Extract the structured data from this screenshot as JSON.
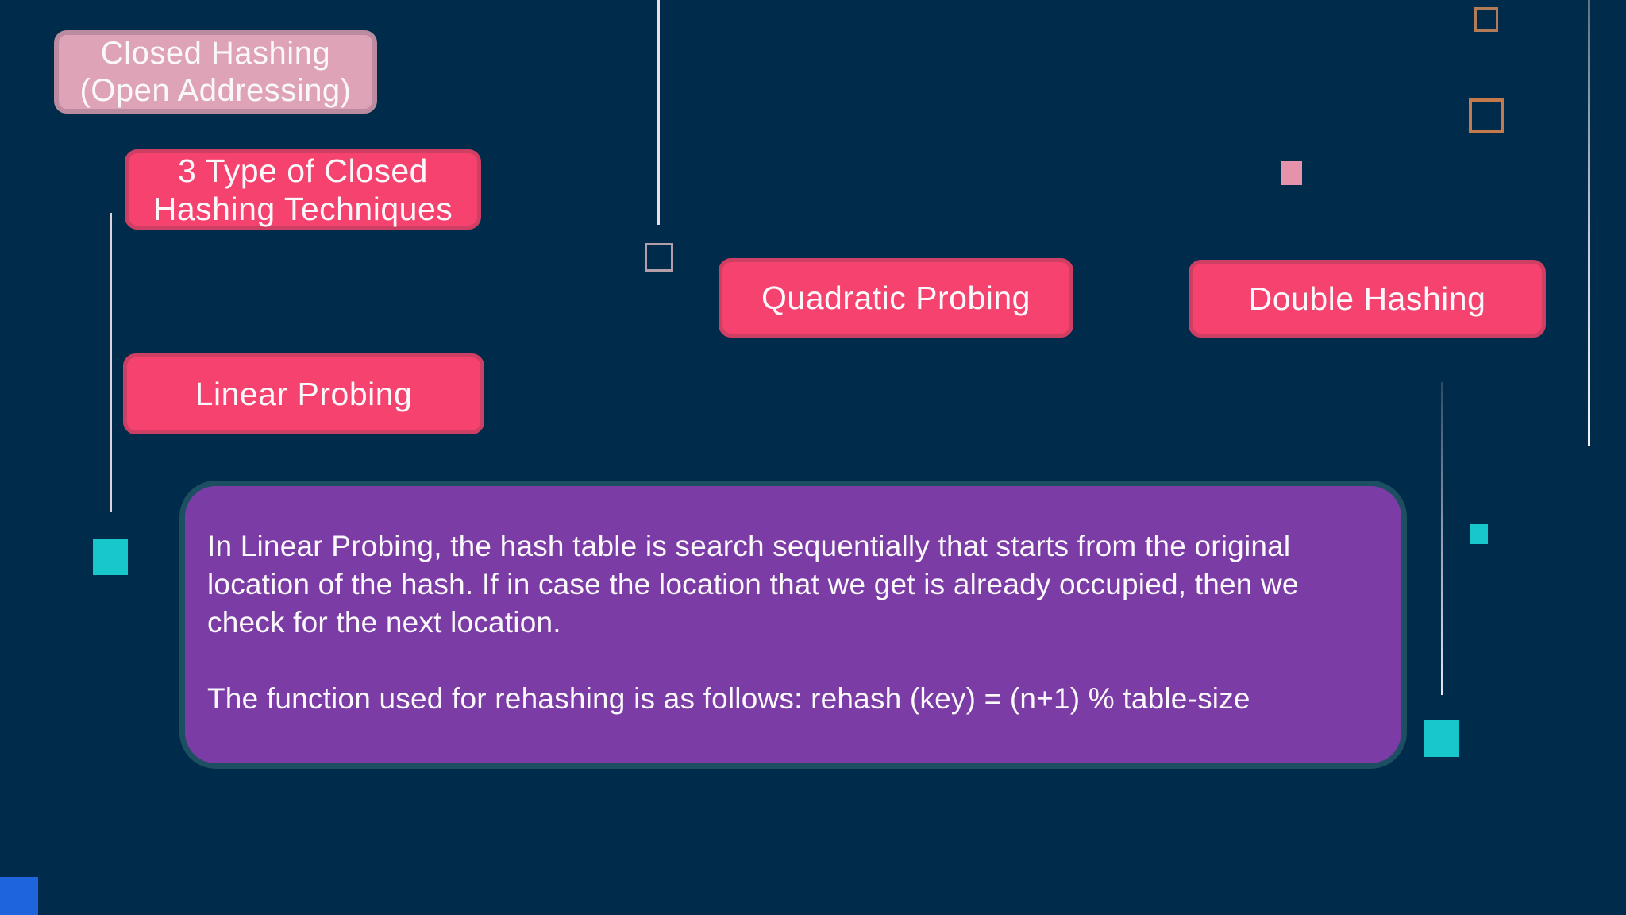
{
  "slide": {
    "topic": "Closed Hashing (Open Addressing)",
    "nodes": {
      "closed_hashing": {
        "label": "Closed Hashing\n(Open Addressing)",
        "fill": "#dfa3b7",
        "border": "#bb8ca0"
      },
      "three_types": {
        "label": "3 Type of Closed\nHashing Techniques",
        "fill": "#f5426e",
        "border": "#cf3e63"
      },
      "quadratic_probing": {
        "label": "Quadratic Probing",
        "fill": "#f5426e",
        "border": "#cf3e63"
      },
      "double_hashing": {
        "label": "Double Hashing",
        "fill": "#f5426e",
        "border": "#cf3e63"
      },
      "linear_probing": {
        "label": "Linear Probing",
        "fill": "#f5426e",
        "border": "#cf3e63"
      }
    },
    "description_panel": {
      "paragraph1": "In Linear Probing, the hash table is search sequentially that starts from the original location of the hash. If in case the location that we get is already occupied, then we check for the next location.",
      "paragraph2": "The function used for rehashing is as follows: rehash (key) = (n+1) % table-size",
      "fill": "#7b3da5",
      "border": "#1d4f63"
    },
    "decorations": {
      "background": "#002b4a",
      "text_color": "#faf8fa",
      "teal_square": "#17c7cb",
      "pink_square": "#e692ab",
      "orange_outline_square": "#c57a4b",
      "grey_outline_square": "#b29fa9",
      "blue_corner_square": "#1d64dd",
      "connector_line": "#e6dfe8"
    }
  }
}
